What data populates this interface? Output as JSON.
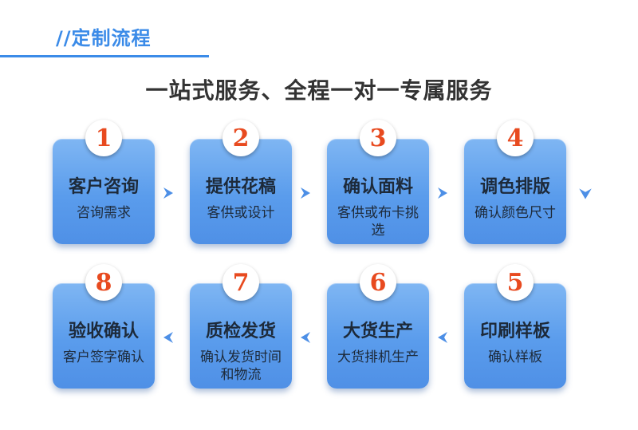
{
  "header": {
    "title": "//定制流程"
  },
  "subtitle": "一站式服务、全程一对一专属服务",
  "steps": [
    {
      "num": "1",
      "title": "客户咨询",
      "desc": "咨询需求"
    },
    {
      "num": "2",
      "title": "提供花稿",
      "desc": "客供或设计"
    },
    {
      "num": "3",
      "title": "确认面料",
      "desc": "客供或布卡挑选"
    },
    {
      "num": "4",
      "title": "调色排版",
      "desc": "确认颜色尺寸"
    },
    {
      "num": "5",
      "title": "印刷样板",
      "desc": "确认样板"
    },
    {
      "num": "6",
      "title": "大货生产",
      "desc": "大货排机生产"
    },
    {
      "num": "7",
      "title": "质检发货",
      "desc": "确认发货时间和物流"
    },
    {
      "num": "8",
      "title": "验收确认",
      "desc": "客户签字确认"
    }
  ],
  "colors": {
    "accent": "#3b8be8",
    "card": "#5a9cec",
    "number": "#e84a1f"
  },
  "icons": {
    "right": "chevron-right-icon",
    "left": "chevron-left-icon",
    "down": "chevron-down-icon"
  }
}
